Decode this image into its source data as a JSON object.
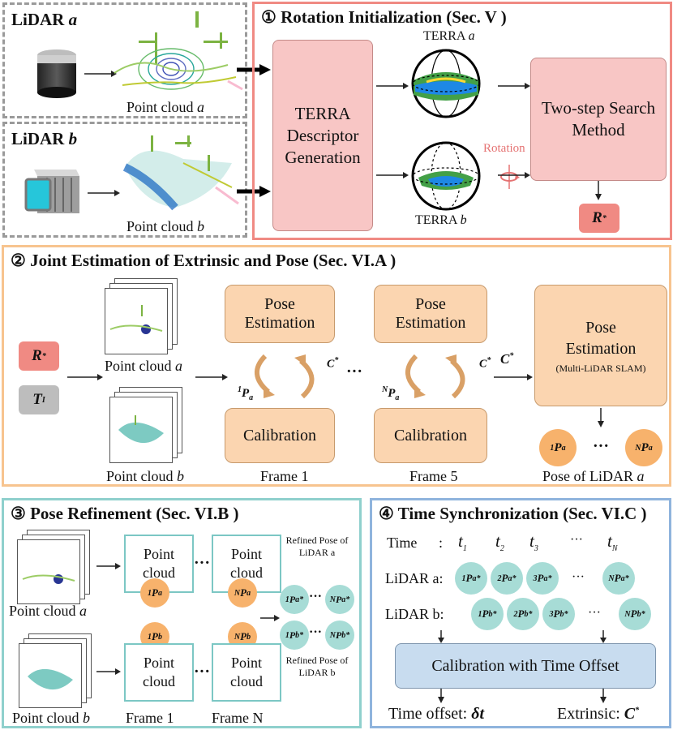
{
  "lidar_a": {
    "label": "LiDAR a",
    "cloud": "Point cloud a"
  },
  "lidar_b": {
    "label": "LiDAR b",
    "cloud": "Point cloud b"
  },
  "stage1": {
    "title": "① Rotation Initialization (Sec. V )",
    "descriptor": "TERRA Descriptor Generation",
    "terra_a": "TERRA a",
    "terra_b": "TERRA b",
    "rotation": "Rotation",
    "search": "Two-step Search Method",
    "output": "R*"
  },
  "stage2": {
    "title": "② Joint Estimation of Extrinsic and Pose (Sec. VI.A )",
    "r_in": "R*",
    "t_in": "T_I",
    "cloud_a": "Point cloud a",
    "cloud_b": "Point cloud b",
    "pose_est": "Pose Estimation",
    "calib": "Calibration",
    "frame1": "Frame 1",
    "frame5": "Frame 5",
    "c_star": "C*",
    "p1a": "1Pa",
    "pNa": "NPa",
    "dots": "···",
    "final_est": "Pose Estimation",
    "final_sub": "(Multi-LiDAR SLAM)",
    "pose_a": "Pose of LiDAR a"
  },
  "stage3": {
    "title": "③ Pose Refinement (Sec. VI.B )",
    "point_cloud": "Point cloud",
    "cloud_a": "Point cloud a",
    "cloud_b": "Point cloud b",
    "frame1": "Frame 1",
    "frameN": "Frame N",
    "refined_a": "Refined Pose of LiDAR a",
    "refined_b": "Refined Pose of LiDAR b"
  },
  "stage4": {
    "title": "④ Time Synchronization (Sec. VI.C )",
    "time": "Time",
    "colon": ":",
    "lidar_a": "LiDAR a:",
    "lidar_b": "LiDAR b:",
    "calib": "Calibration with Time Offset",
    "offset": "Time offset:",
    "offset_sym": "δt",
    "extrinsic": "Extrinsic:",
    "extrinsic_sym": "C*"
  },
  "colors": {
    "stage1": "#f08a83",
    "stage2": "#f7c48f",
    "stage3": "#8fd0cd",
    "stage4": "#8fb4dd",
    "orange": "#fbd5b0",
    "pink": "#f8c6c5",
    "teal": "#a7dcd6",
    "blue": "#c8dcef"
  }
}
